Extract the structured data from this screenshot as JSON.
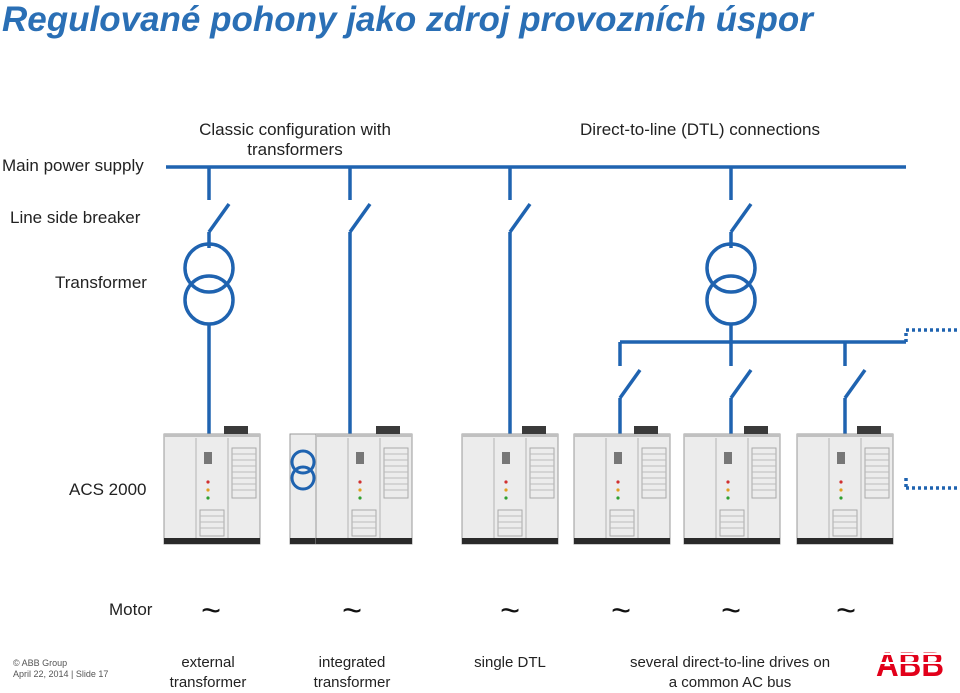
{
  "title": "Regulované pohony jako zdroj provozních úspor",
  "row_labels": {
    "main_power_supply": "Main power supply",
    "line_side_breaker": "Line side breaker",
    "transformer": "Transformer",
    "acs": "ACS 2000",
    "motor": "Motor"
  },
  "headers": {
    "classic_line1": "Classic configuration with",
    "classic_line2": "transformers",
    "dtl": "Direct-to-line (DTL) connections"
  },
  "motor_symbol": "~",
  "captions": {
    "external_line1": "external",
    "external_line2": "transformer",
    "integrated_line1": "integrated",
    "integrated_line2": "transformer",
    "single": "single DTL",
    "several_line1": "several direct-to-line drives on",
    "several_line2": "a common AC bus"
  },
  "footer": {
    "copyright": "© ABB Group",
    "date_slide": "April 22, 2014 | Slide 17"
  },
  "logo": "ABB",
  "colors": {
    "title": "#2a6fb5",
    "line": "#1f63b0",
    "logo": "#e2001a"
  },
  "icons": [
    "transformer-icon",
    "breaker-icon",
    "drive-cabinet-icon",
    "motor-icon",
    "dotted-bus-icon"
  ]
}
